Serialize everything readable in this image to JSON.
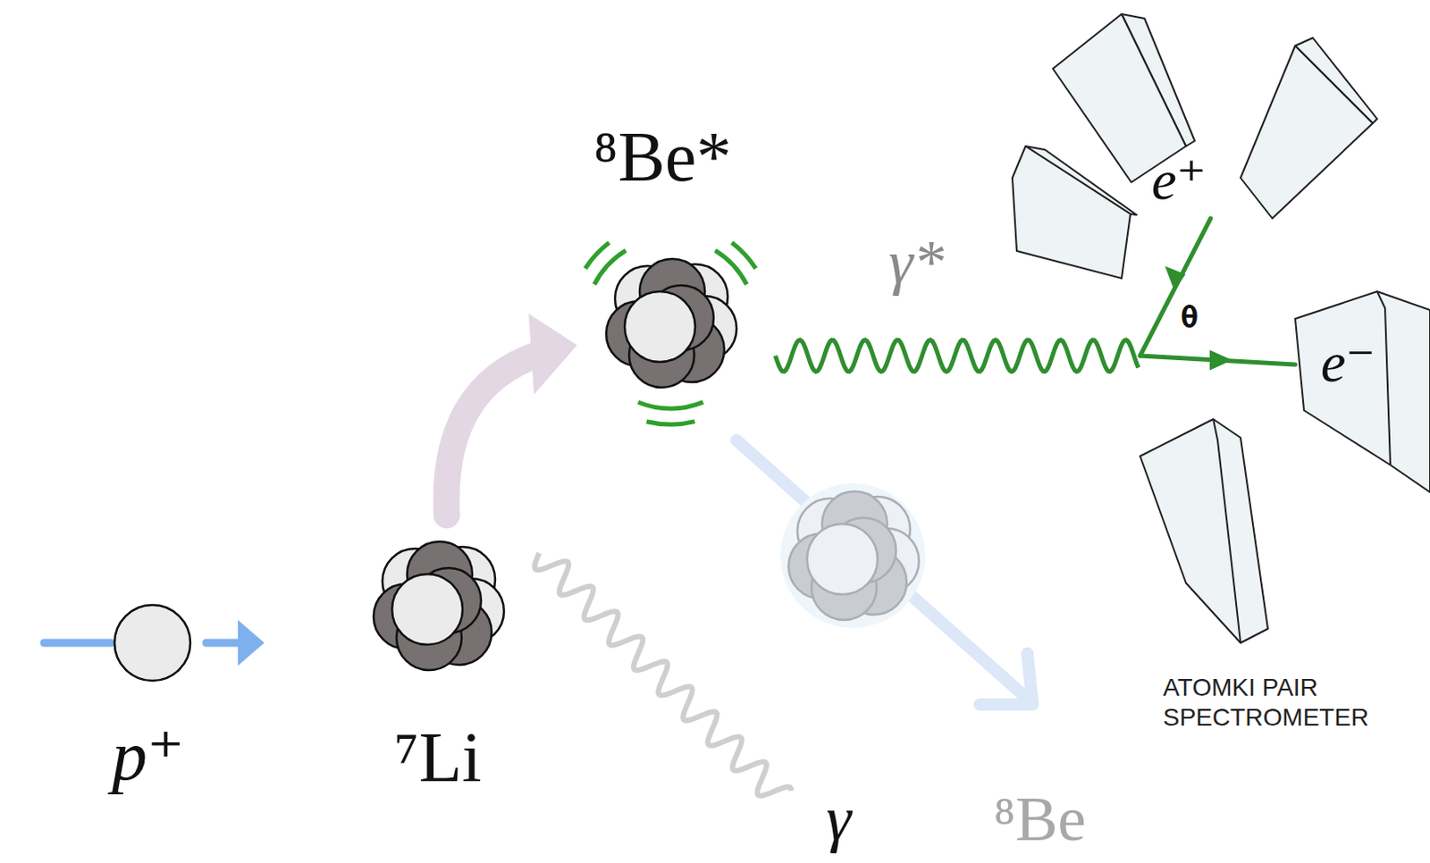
{
  "diagram": {
    "labels": [
      "p⁺",
      "⁷Li",
      "⁸Be*",
      "γ*",
      "e⁺",
      "θ",
      "e⁻",
      "γ",
      "⁸Be",
      "ATOMKI PAIR SPECTROMETER"
    ]
  }
}
